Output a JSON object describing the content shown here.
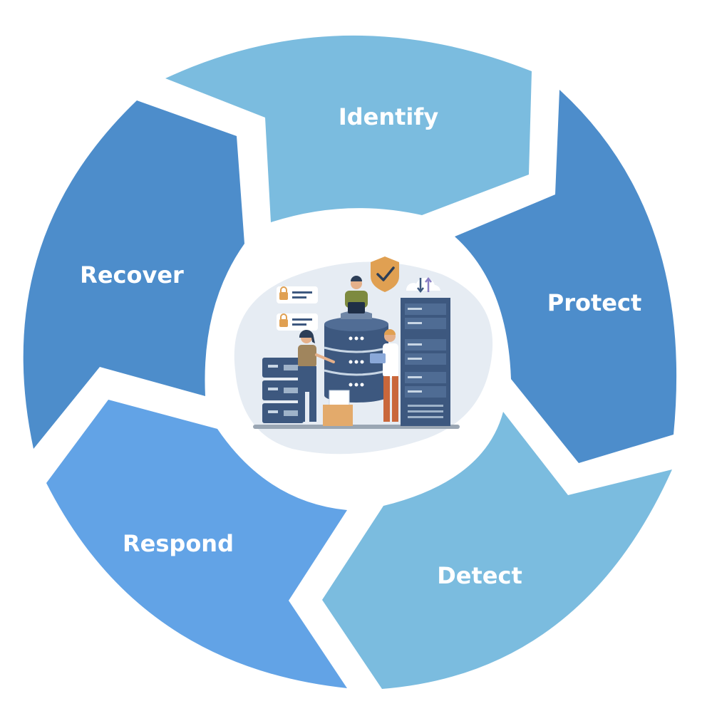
{
  "segments": [
    {
      "label": "Identify",
      "color": "#7bbcdf"
    },
    {
      "label": "Protect",
      "color": "#4d8dcb"
    },
    {
      "label": "Detect",
      "color": "#7bbcdf"
    },
    {
      "label": "Respond",
      "color": "#62a3e6"
    },
    {
      "label": "Recover",
      "color": "#4d8dcb"
    }
  ],
  "colors": {
    "background": "#ffffff",
    "illustration_blob": "#e6ecf3",
    "server_dark": "#3d587f",
    "shield": "#e0a052",
    "label_text": "#ffffff"
  },
  "center_illustration": {
    "icons": [
      "padlock-icon",
      "shield-check-icon",
      "cloud-transfer-icon",
      "server-icon",
      "database-icon",
      "laptop-icon",
      "folder-icon"
    ]
  }
}
